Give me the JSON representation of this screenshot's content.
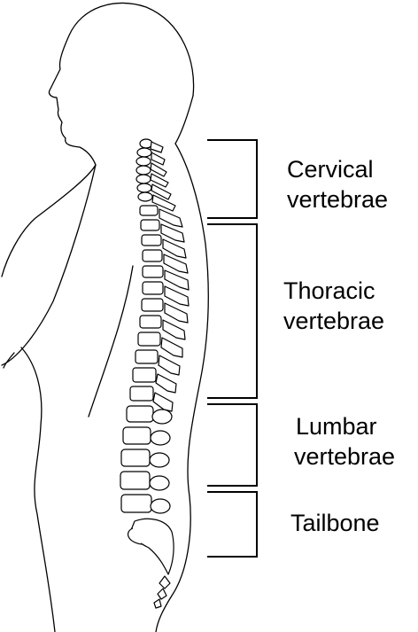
{
  "regions": [
    {
      "id": "cervical",
      "lines": [
        "Cervical",
        "vertebrae"
      ]
    },
    {
      "id": "thoracic",
      "lines": [
        "Thoracic",
        "vertebrae"
      ]
    },
    {
      "id": "lumbar",
      "lines": [
        "Lumbar",
        "vertebrae"
      ]
    },
    {
      "id": "tailbone",
      "lines": [
        "Tailbone"
      ]
    }
  ],
  "colors": {
    "line": "#000000",
    "background": "#ffffff"
  }
}
